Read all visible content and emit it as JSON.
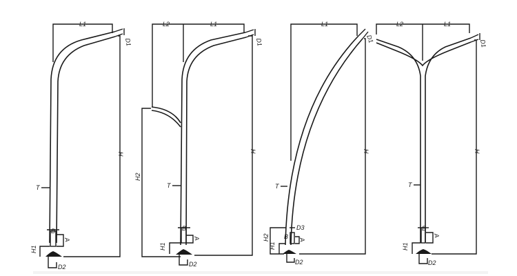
{
  "diagram": {
    "type": "technical drawing",
    "subject": "street light pole configurations",
    "stroke_color": "#1a1a1a",
    "background": "#ffffff",
    "poles": [
      {
        "id": "single-arm-pole",
        "labels": {
          "L1": "L1",
          "D1": "D1",
          "H": "H",
          "T": "T",
          "B": "B",
          "A": "A",
          "H1": "H1",
          "D2": "D2"
        }
      },
      {
        "id": "double-arm-unequal-height-pole",
        "labels": {
          "L2": "L2",
          "L1": "L1",
          "D1": "D1",
          "H": "H",
          "H2": "H2",
          "T": "T",
          "B": "B",
          "A": "A",
          "H1": "H1",
          "D2": "D2"
        }
      },
      {
        "id": "curved-pole",
        "labels": {
          "L1": "L1",
          "D1": "D1",
          "H": "H",
          "T": "T",
          "H2": "H2",
          "D3": "D3",
          "B": "B",
          "A": "A",
          "H1": "H1",
          "D2": "D2"
        }
      },
      {
        "id": "y-shaped-double-arm-pole",
        "labels": {
          "L2": "L2",
          "L1": "L1",
          "D1": "D1",
          "H": "H",
          "T": "T",
          "B": "B",
          "A": "A",
          "H1": "H1",
          "D2": "D2"
        }
      }
    ]
  }
}
